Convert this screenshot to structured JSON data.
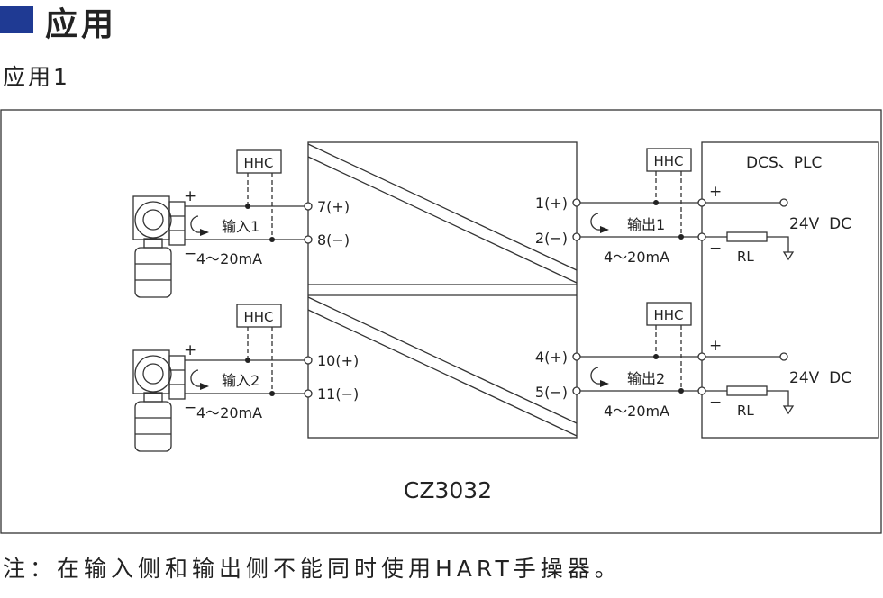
{
  "header": {
    "title": "应用",
    "accent_color": "#1f3a93"
  },
  "subtitle": "应用1",
  "diagram": {
    "model": "CZ3032",
    "hhc_label": "HHC",
    "current_range": "4～20mA",
    "plus": "+",
    "minus": "−",
    "channels": [
      {
        "input_label": "输入1",
        "output_label": "输出1",
        "in_pos": "7(+)",
        "in_neg": "8(−)",
        "out_pos": "1(+)",
        "out_neg": "2(−)"
      },
      {
        "input_label": "输入2",
        "output_label": "输出2",
        "in_pos": "10(+)",
        "in_neg": "11(−)",
        "out_pos": "4(+)",
        "out_neg": "5(−)"
      }
    ],
    "host_label": "DCS、PLC",
    "supply_label": "24V  DC",
    "resistor_label": "RL"
  },
  "note": "注：在输入侧和输出侧不能同时使用HART手操器。"
}
